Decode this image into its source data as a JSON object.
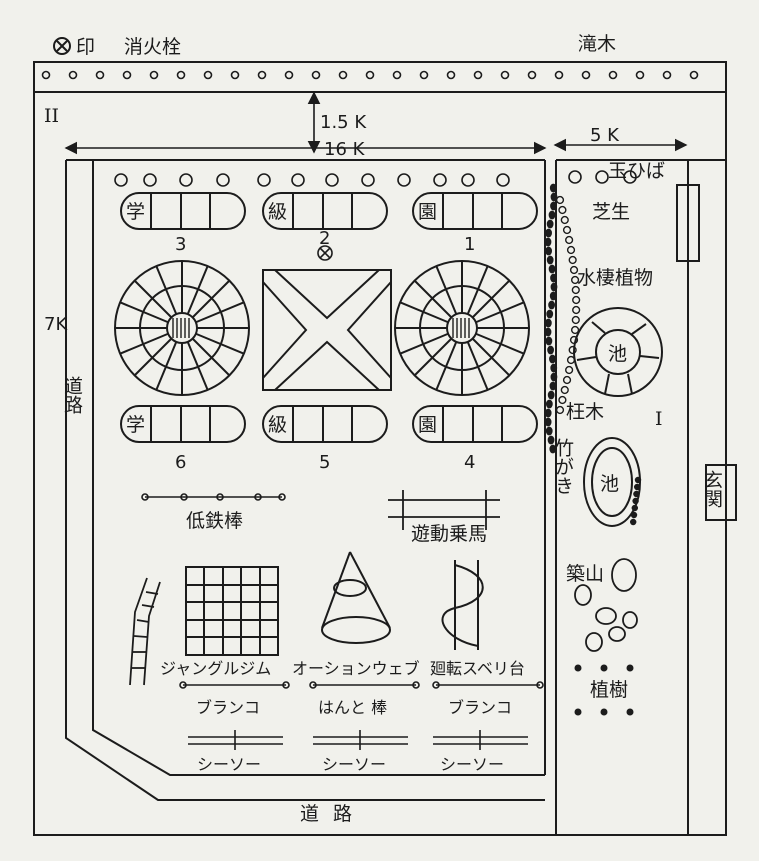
{
  "legend": {
    "symbol": "⊗",
    "symbol_label": "印",
    "meaning": "消火栓"
  },
  "labels": {
    "hedge_top": "滝木",
    "zone_2": "II",
    "zone_1": "I",
    "dim_15": "1.5 K",
    "dim_16": "16 K",
    "dim_5": "5 K",
    "dim_7": "7K",
    "tama": "玉ひば",
    "shibafu": "芝生",
    "suisei": "水棲植物",
    "ike1": "池",
    "ike2": "池",
    "wakuki": "枉木",
    "takegaki": "竹がき",
    "tsukiyama": "築山",
    "shokuju": "植樹",
    "genkan": "玄関",
    "road_left": "道路",
    "road_bottom": "道路"
  },
  "classrooms_top": [
    {
      "label": "学",
      "number": "3"
    },
    {
      "label": "級",
      "number": "2"
    },
    {
      "label": "園",
      "number": "1"
    }
  ],
  "classrooms_bottom": [
    {
      "label": "学",
      "number": "6"
    },
    {
      "label": "級",
      "number": "5"
    },
    {
      "label": "園",
      "number": "4"
    }
  ],
  "equipment": {
    "teitetsubo": "低鉄棒",
    "yudojouba": "遊動乗馬",
    "jungle": "ジャングルジム",
    "ocean": "オーションウェブ",
    "slide": "廻転スベリ台",
    "swing1": "ブランコ",
    "hanto": "はんと 棒",
    "swing2": "ブランコ",
    "seesaw1": "シーソー",
    "seesaw2": "シーソー",
    "seesaw3": "シーソー"
  }
}
